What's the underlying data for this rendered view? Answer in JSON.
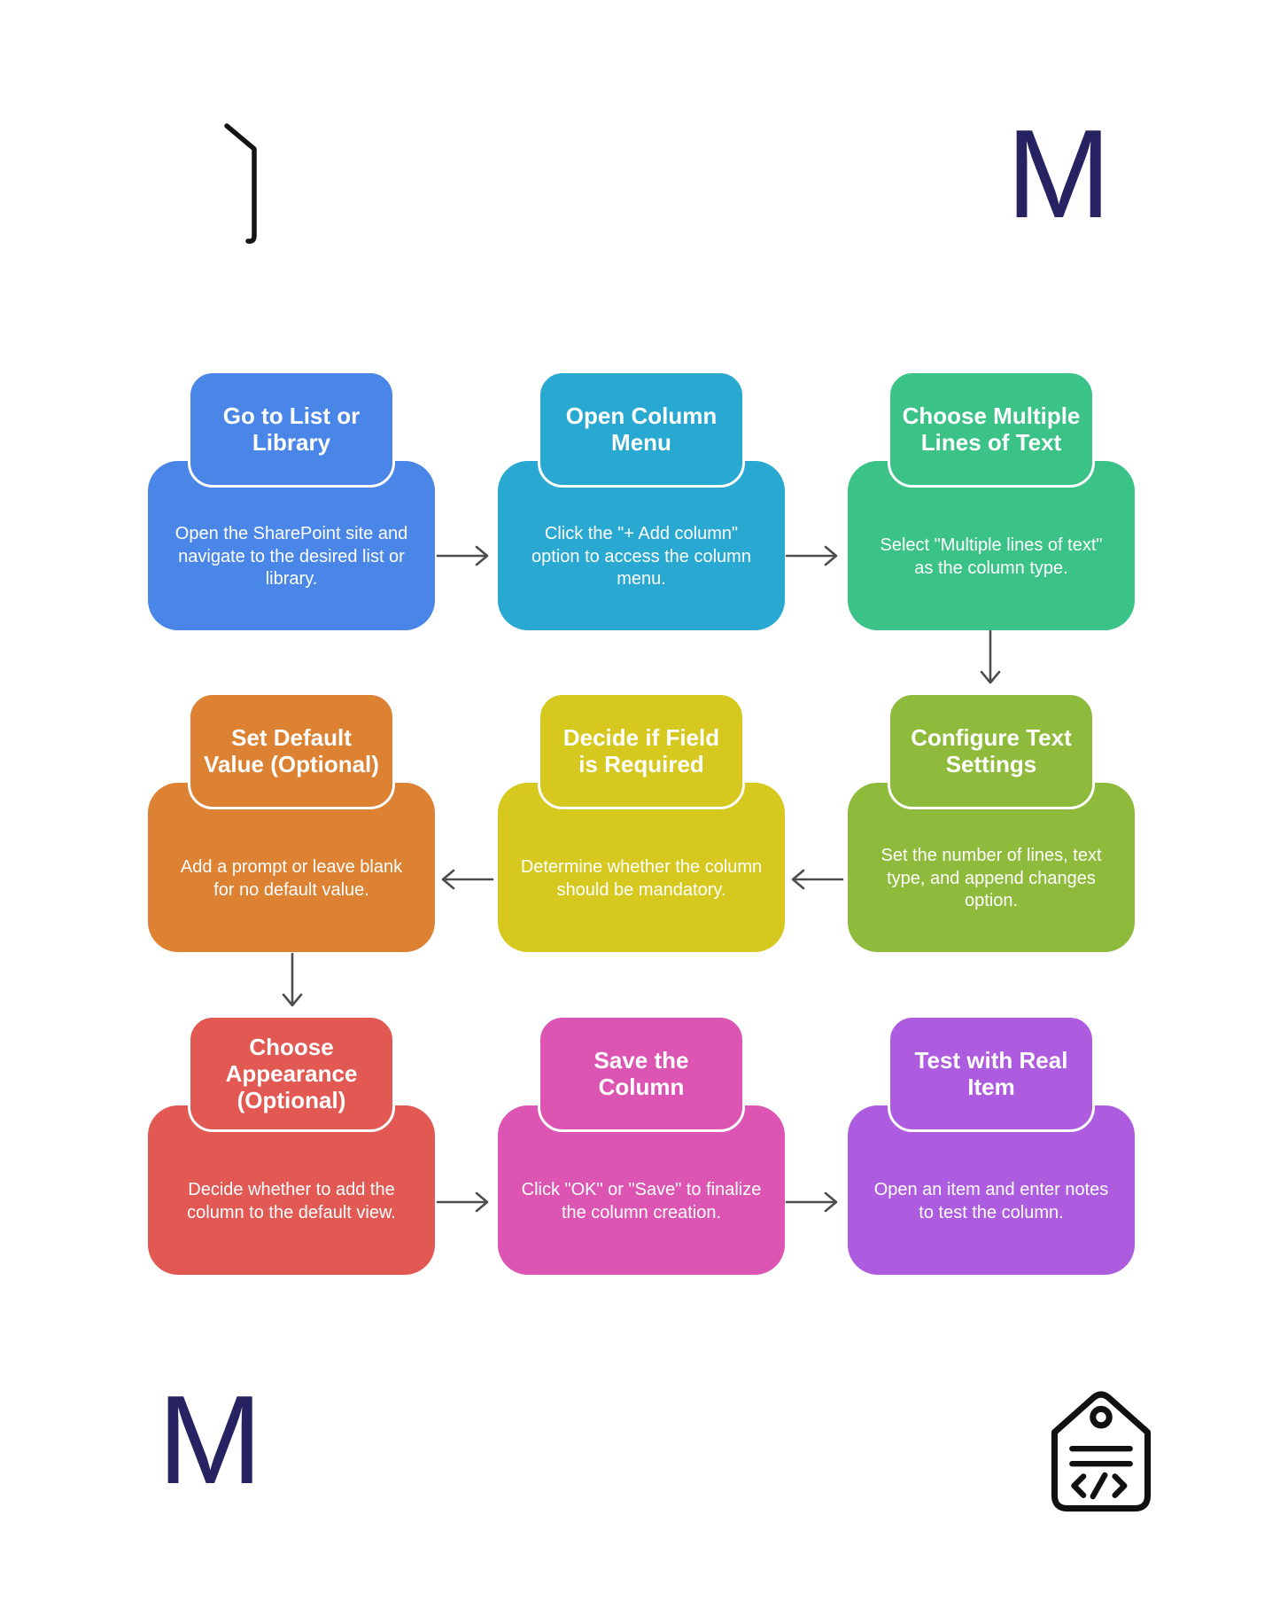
{
  "page": {
    "background": "#ffffff"
  },
  "branding": {
    "monogram_top_right": "M",
    "monogram_bottom_left": "M",
    "monogram_color": "#272262"
  },
  "flowchart": {
    "arrow_color": "#4d4d4d",
    "nodes": [
      {
        "title": "Go to List or Library",
        "description": "Open the SharePoint site and navigate to the desired list or library.",
        "color": "#4a86e8"
      },
      {
        "title": "Open Column Menu",
        "description": "Click the \"+ Add column\" option to access the column menu.",
        "color": "#29a9d1"
      },
      {
        "title": "Choose Multiple Lines of Text",
        "description": "Select \"Multiple lines of text\" as the column type.",
        "color": "#3bc287"
      },
      {
        "title": "Set Default Value (Optional)",
        "description": "Add a prompt or leave blank for no default value.",
        "color": "#dd8133"
      },
      {
        "title": "Decide if Field is Required",
        "description": "Determine whether the column should be mandatory.",
        "color": "#d6c81e"
      },
      {
        "title": "Configure Text Settings",
        "description": "Set the number of lines, text type, and append changes option.",
        "color": "#8ebb3b"
      },
      {
        "title": "Choose Appearance (Optional)",
        "description": "Decide whether to add the column to the default view.",
        "color": "#e25853"
      },
      {
        "title": "Save the Column",
        "description": "Click \"OK\" or \"Save\" to finalize the column creation.",
        "color": "#dd55b3"
      },
      {
        "title": "Test with Real Item",
        "description": "Open an item and enter notes to test the column.",
        "color": "#ad5ce0"
      }
    ],
    "connections": [
      {
        "from": 1,
        "to": 2,
        "direction": "right"
      },
      {
        "from": 2,
        "to": 3,
        "direction": "right"
      },
      {
        "from": 3,
        "to": 6,
        "direction": "down"
      },
      {
        "from": 6,
        "to": 5,
        "direction": "left"
      },
      {
        "from": 5,
        "to": 4,
        "direction": "left"
      },
      {
        "from": 4,
        "to": 7,
        "direction": "down"
      },
      {
        "from": 7,
        "to": 8,
        "direction": "right"
      },
      {
        "from": 8,
        "to": 9,
        "direction": "right"
      }
    ]
  }
}
